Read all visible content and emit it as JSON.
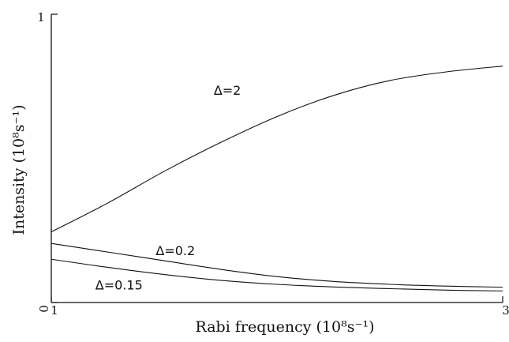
{
  "chart_data": {
    "type": "line",
    "title": "",
    "xlabel": "Rabi frequency (10⁸s⁻¹)",
    "ylabel": "Intensity (10⁸s⁻¹)",
    "xlim": [
      1,
      3
    ],
    "ylim": [
      0,
      1
    ],
    "x_ticks": [
      {
        "value": 1,
        "label": "1"
      },
      {
        "value": 3,
        "label": "3"
      }
    ],
    "y_ticks": [
      {
        "value": 0,
        "label": "0"
      },
      {
        "value": 1,
        "label": "1"
      }
    ],
    "grid": false,
    "legend": "none",
    "series": [
      {
        "name": "Δ=2",
        "x": [
          1.0,
          1.25,
          1.5,
          1.75,
          2.0,
          2.25,
          2.5,
          2.75,
          3.0
        ],
        "y": [
          0.245,
          0.345,
          0.455,
          0.555,
          0.645,
          0.718,
          0.77,
          0.8,
          0.82
        ]
      },
      {
        "name": "Δ=0.2",
        "x": [
          1.0,
          1.25,
          1.5,
          1.75,
          2.0,
          2.25,
          2.5,
          2.75,
          3.0
        ],
        "y": [
          0.205,
          0.175,
          0.145,
          0.115,
          0.09,
          0.073,
          0.063,
          0.057,
          0.053
        ]
      },
      {
        "name": "Δ=0.15",
        "x": [
          1.0,
          1.25,
          1.5,
          1.75,
          2.0,
          2.25,
          2.5,
          2.75,
          3.0
        ],
        "y": [
          0.15,
          0.122,
          0.097,
          0.077,
          0.063,
          0.054,
          0.048,
          0.043,
          0.04
        ]
      }
    ]
  }
}
